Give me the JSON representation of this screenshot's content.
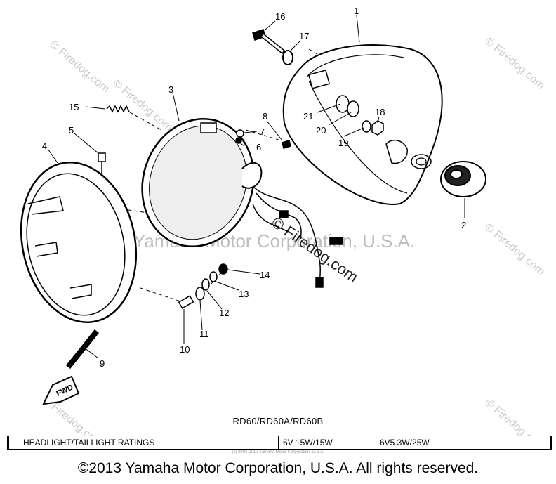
{
  "watermarks": {
    "site": "© Firedog.com",
    "corp": "Yamaha Motor Corporation, U.S.A."
  },
  "callouts": {
    "n1": "1",
    "n2": "2",
    "n3": "3",
    "n4": "4",
    "n5": "5",
    "n6": "6",
    "n7": "7",
    "n8": "8",
    "n9": "9",
    "n10": "10",
    "n11": "11",
    "n12": "12",
    "n13": "13",
    "n14": "14",
    "n15": "15",
    "n16": "16",
    "n17": "17",
    "n18": "18",
    "n19": "19",
    "n20": "20",
    "n21": "21"
  },
  "fwd": "FWD",
  "model_line": "RD60/RD60A/RD60B",
  "ratings": {
    "label": "HEADLIGHT/TAILLIGHT RATINGS",
    "headlight": "6V 15W/15W",
    "taillight": "6V5.3W/25W"
  },
  "faint_note": "(c) 2003-2010 Yamaha Motor Corporation, U.S.A.",
  "copyright": "©2013 Yamaha Motor Corporation, U.S.A. All rights reserved.",
  "colors": {
    "ink": "#000000",
    "watermark": "#c9c9c9",
    "paper": "#ffffff"
  }
}
